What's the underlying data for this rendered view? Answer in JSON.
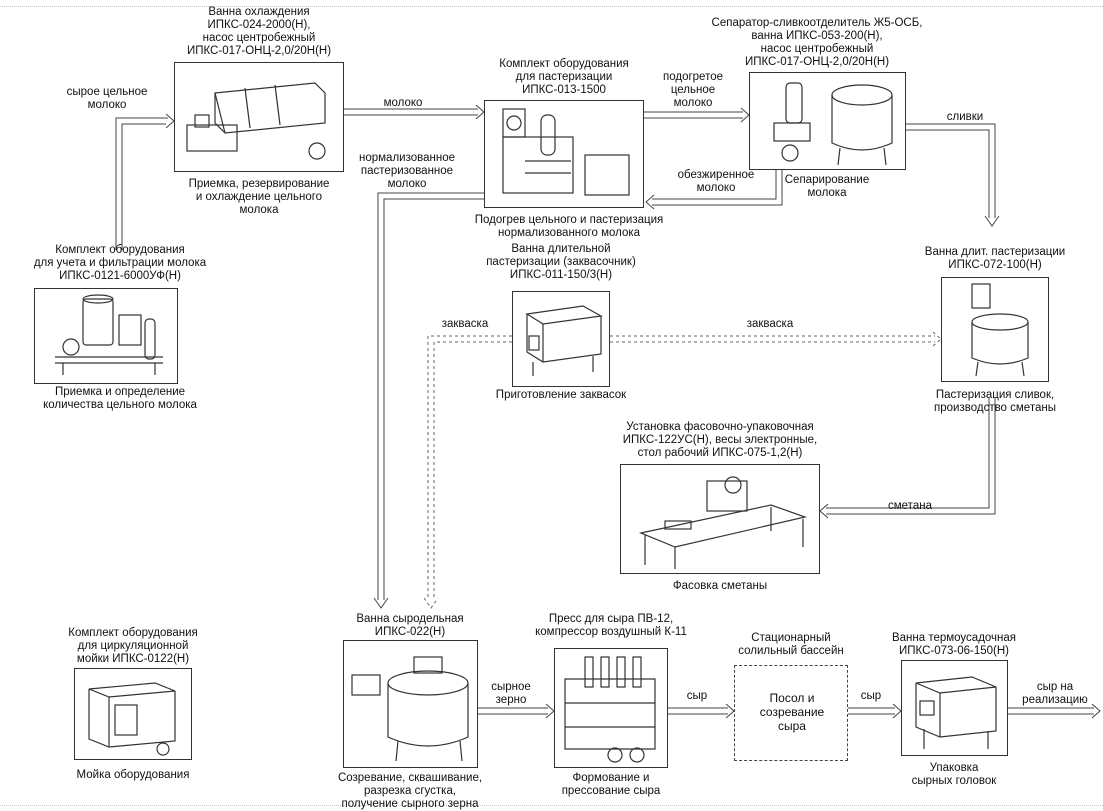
{
  "units": {
    "milk_accounting": {
      "title": "Комплект оборудования\nдля учета и фильтрации молока\nИПКС-0121-6000УФ(Н)",
      "caption": "Приемка и определение\nколичества цельного молока"
    },
    "cooling": {
      "title": "Ванна охлаждения\nИПКС-024-2000(Н),\nнасос центробежный\nИПКС-017-ОНЦ-2,0/20Н(Н)",
      "caption": "Приемка, резервирование\nи охлаждение цельного\nмолока"
    },
    "pasteurization": {
      "title": "Комплект оборудования\nдля пастеризации\nИПКС-013-1500",
      "caption": "Подогрев цельного и пастеризация\nнормализованного молока"
    },
    "separator": {
      "title": "Сепаратор-сливкоотделитель Ж5-ОСБ,\nванна ИПКС-053-200(Н),\nнасос центробежный\nИПКС-017-ОНЦ-2,0/20Н(Н)",
      "caption": "Сепарирование\nмолока"
    },
    "starter": {
      "title": "Ванна длительной\nпастеризации (заквасочник)\nИПКС-011-150/3(Н)",
      "caption": "Приготовление заквасок"
    },
    "cream_pasteurization": {
      "title": "Ванна длит. пастеризации\nИПКС-072-100(Н)",
      "caption": "Пастеризация сливок,\nпроизводство сметаны"
    },
    "packing": {
      "title": "Установка фасовочно-упаковочная\nИПКС-122УС(Н), весы электронные,\nстол рабочий ИПКС-075-1,2(Н)",
      "caption": "Фасовка  сметаны"
    },
    "cip": {
      "title": "Комплект оборудования\nдля циркуляционной\nмойки ИПКС-0122(Н)",
      "caption": "Мойка оборудования"
    },
    "cheese_vat": {
      "title": "Ванна сыродельная\nИПКС-022(Н)",
      "caption": "Созревание, сквашивание,\nразрезка сгустка,\nполучение сырного зерна"
    },
    "press": {
      "title": "Пресс для сыра ПВ-12,\nкомпрессор воздушный К-11",
      "caption": "Формование и\nпрессование сыра"
    },
    "salting": {
      "title": "Стационарный\nсолильный бассейн",
      "box_text": "Посол и\nсозревание\nсыра"
    },
    "shrink": {
      "title": "Ванна термоусадочная\nИПКС-073-06-150(Н)",
      "caption": "Упаковка\nсырных головок"
    }
  },
  "flows": {
    "raw_milk": "сырое цельное\nмолоко",
    "milk": "молоко",
    "heated_milk": "подогретое\nцельное\nмолоко",
    "cream": "сливки",
    "normalized_milk": "нормализованное\nпастеризованное\nмолоко",
    "skim_milk": "обезжиренное\nмолоко",
    "starter_left": "закваска",
    "starter_right": "закваска",
    "sour_cream": "сметана",
    "cheese_grain": "сырное\nзерно",
    "cheese_1": "сыр",
    "cheese_2": "сыр",
    "cheese_sale": "сыр на\nреализацию"
  },
  "icons": {
    "milk_accounting": "milk-filter-unit-icon",
    "cooling": "cooling-bath-icon",
    "pasteurization": "pasteurizer-icon",
    "separator": "separator-icon",
    "starter": "starter-bath-icon",
    "cream_pasteurization": "cream-vat-icon",
    "packing": "packing-table-icon",
    "cip": "cip-station-icon",
    "cheese_vat": "cheese-vat-icon",
    "press": "cheese-press-icon",
    "shrink": "shrink-bath-icon"
  },
  "colors": {
    "line": "#444444",
    "pipe_fill": "#ffffff",
    "text": "#111111"
  }
}
